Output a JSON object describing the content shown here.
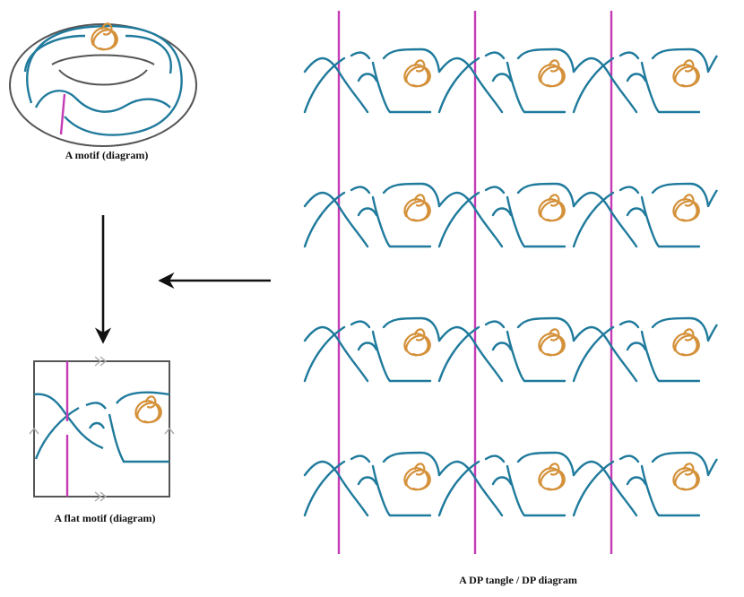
{
  "captions": {
    "motif": "A motif (diagram)",
    "flat_motif": "A flat motif (diagram)",
    "tangle": "A DP tangle / DP diagram"
  },
  "colors": {
    "strand": "#1f7a9c",
    "knot": "#d4913a",
    "rod": "#c43bb5",
    "frame": "#555555",
    "gluing_marks": "#aaaaaa",
    "arrow": "#111111"
  },
  "icons": {
    "down_arrow": "arrow-down-icon",
    "left_arrow": "arrow-left-icon",
    "gluing_single": "chevron-single",
    "gluing_double": "chevron-double"
  },
  "tangle_grid": {
    "rows": 4,
    "columns": 3
  }
}
